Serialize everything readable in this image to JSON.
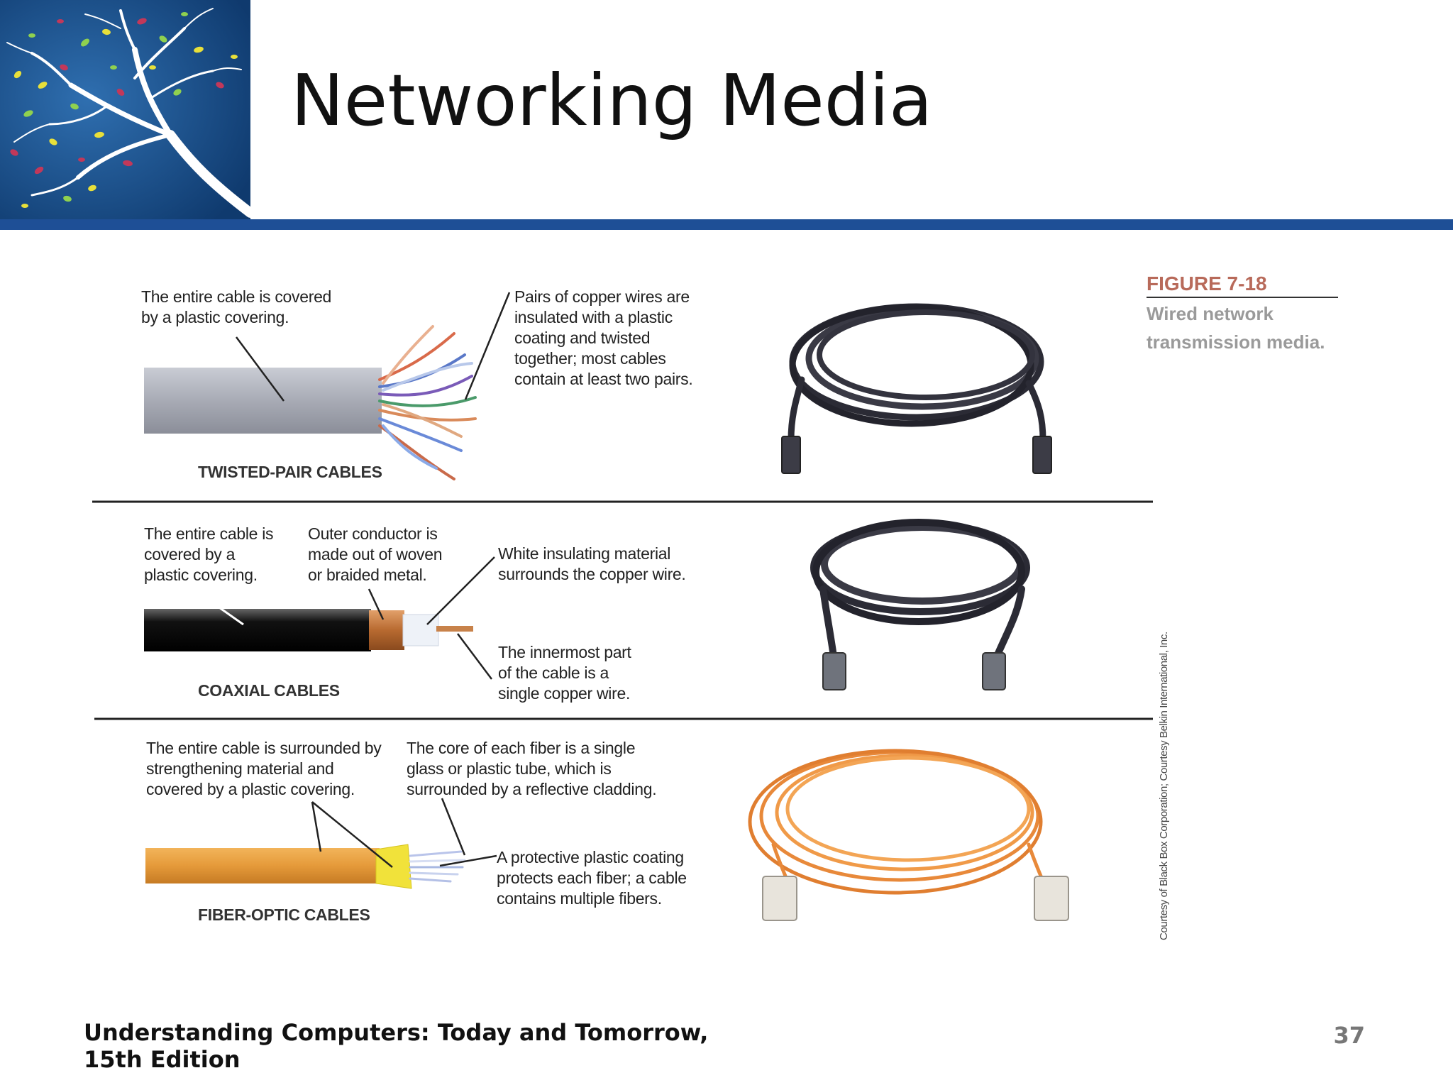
{
  "slide": {
    "title": "Networking Media",
    "footer": "Understanding Computers: Today and Tomorrow, 15th Edition",
    "page_number": "37"
  },
  "colors": {
    "header_bar": "#1e4f96",
    "logo_background": "#16467f",
    "figure_label": "#b86a5a",
    "caption": "#9a9a9a",
    "twisted_pair_jacket": "#a8abb5",
    "coax_jacket": "#111111",
    "fiber_jacket": "#e59a3a"
  },
  "figure": {
    "label": "FIGURE 7-18",
    "caption": "Wired network\ntransmission media.",
    "credit": "Courtesy of Black Box Corporation; Courtesy Belkin International, Inc.",
    "sections": [
      {
        "label": "TWISTED-PAIR CABLES",
        "notes": [
          "The entire cable is covered\nby a plastic covering.",
          "Pairs of copper wires are\ninsulated with a plastic\ncoating and twisted\ntogether; most cables\ncontain at least two pairs."
        ]
      },
      {
        "label": "COAXIAL CABLES",
        "notes": [
          "The entire cable is\ncovered by a\nplastic covering.",
          "Outer conductor is\nmade out of woven\nor braided metal.",
          "White insulating material\nsurrounds the copper wire.",
          "The innermost part\nof the cable is a\nsingle copper wire."
        ]
      },
      {
        "label": "FIBER-OPTIC CABLES",
        "notes": [
          "The entire cable is surrounded by\nstrengthening material and\ncovered by a plastic covering.",
          "The core of each fiber is a single\nglass or plastic tube, which is\nsurrounded by a reflective cladding.",
          "A protective plastic coating\nprotects each fiber; a cable\ncontains multiple fibers."
        ]
      }
    ]
  }
}
